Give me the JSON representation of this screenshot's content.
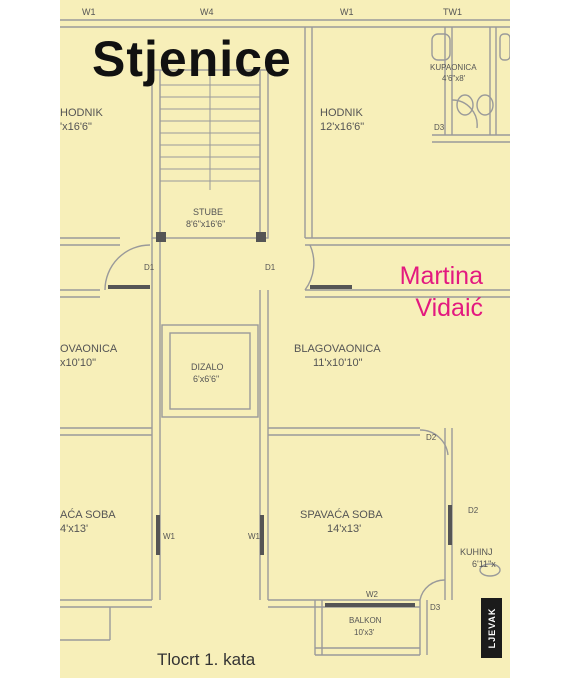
{
  "book": {
    "title": "Stjenice",
    "author_first": "Martina",
    "author_last": "Vidaić",
    "subtitle": "Tlocrt 1. kata",
    "publisher": "LJEVAK"
  },
  "plan_labels": {
    "w1_a": "W1",
    "w4": "W4",
    "w1_b": "W1",
    "tw1": "TW1",
    "kupaonica": "KUPAONICA",
    "kupaonica_size": "4'6\"x8'",
    "d3_top": "D3",
    "hodnik_left": "HODNIK",
    "hodnik_left_size": "'x16'6\"",
    "hodnik_right": "HODNIK",
    "hodnik_right_size": "12'x16'6\"",
    "stube": "STUBE",
    "stube_size": "8'6\"x16'6\"",
    "d1_left": "D1",
    "d1_right": "D1",
    "blag_left": "OVAONICA",
    "blag_left_size": "x10'10\"",
    "dizalo": "DIZALO",
    "dizalo_size": "6'x6'6\"",
    "blag_right": "BLAGOVAONICA",
    "blag_right_size": "11'x10'10\"",
    "d2_top": "D2",
    "d2_right": "D2",
    "spav_left": "AĆA SOBA",
    "spav_left_size": "4'x13'",
    "w1_left": "W1",
    "w1_right": "W1",
    "spav_right": "SPAVAĆA SOBA",
    "spav_right_size": "14'x13'",
    "kuhinja": "KUHINJ",
    "kuhinja_size": "6'11\"x",
    "w2": "W2",
    "d3_bottom": "D3",
    "balkon": "BALKON",
    "balkon_size": "10'x3'"
  },
  "colors": {
    "paper": "#f7efb9",
    "title_text": "#111111",
    "author_text": "#e3197f",
    "wall_line": "#9a9a9a",
    "spine": "#1b1b1b"
  }
}
